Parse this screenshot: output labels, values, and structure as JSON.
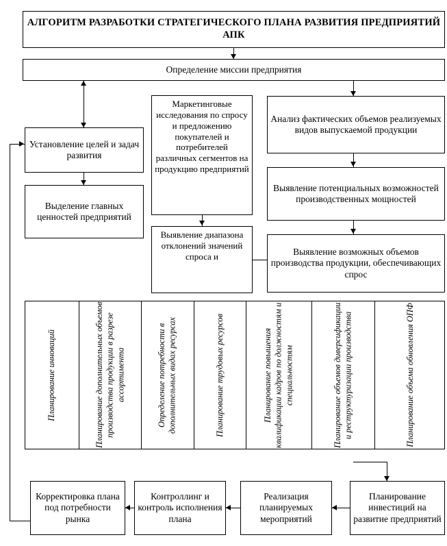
{
  "diagram": {
    "title": "АЛГОРИТМ РАЗРАБОТКИ СТРАТЕГИЧЕСКОГО ПЛАНА РАЗВИТИЯ ПРЕДПРИЯТИЙ АПК",
    "mission": "Определение миссии предприятия",
    "goals": "Установление целей и задач развития",
    "values": "Выделение главных ценностей предприятий",
    "marketing": "Маркетинговые исследования по спросу и предложению покупателей и потребителей различных сегментов на продукцию предприятий",
    "deviation": "Выявление диапазона отклонений значений спроса и",
    "actual_volumes": "Анализ фактических объемов реализуемых видов выпускаемой продукции",
    "potential": "Выявление потенциальных возможностей производственных мощностей",
    "possible_volumes": "Выявление возможных объемов производства продукции, обеспечивающих спрос",
    "planning_band": [
      "Планирование инноваций",
      "Планирование дополнительных объемов производства продукции в разрезе ассортимента",
      "Определение потребности в дополнительных видах ресурсах",
      "Планирование трудовых ресурсов",
      "Планирование повышения квалификации кадров по должностям и специальностям",
      "Планирование объемов диверсификации и реструктуризации производства",
      "Планирование объема обновления ОПФ"
    ],
    "bottom_row": [
      "Корректировка плана под потребности рынка",
      "Контроллинг и контроль исполнения плана",
      "Реализация планируемых мероприятий",
      "Планирование инвестиций на развитие предприятий"
    ],
    "colors": {
      "line": "#000000",
      "background": "#ffffff"
    }
  }
}
